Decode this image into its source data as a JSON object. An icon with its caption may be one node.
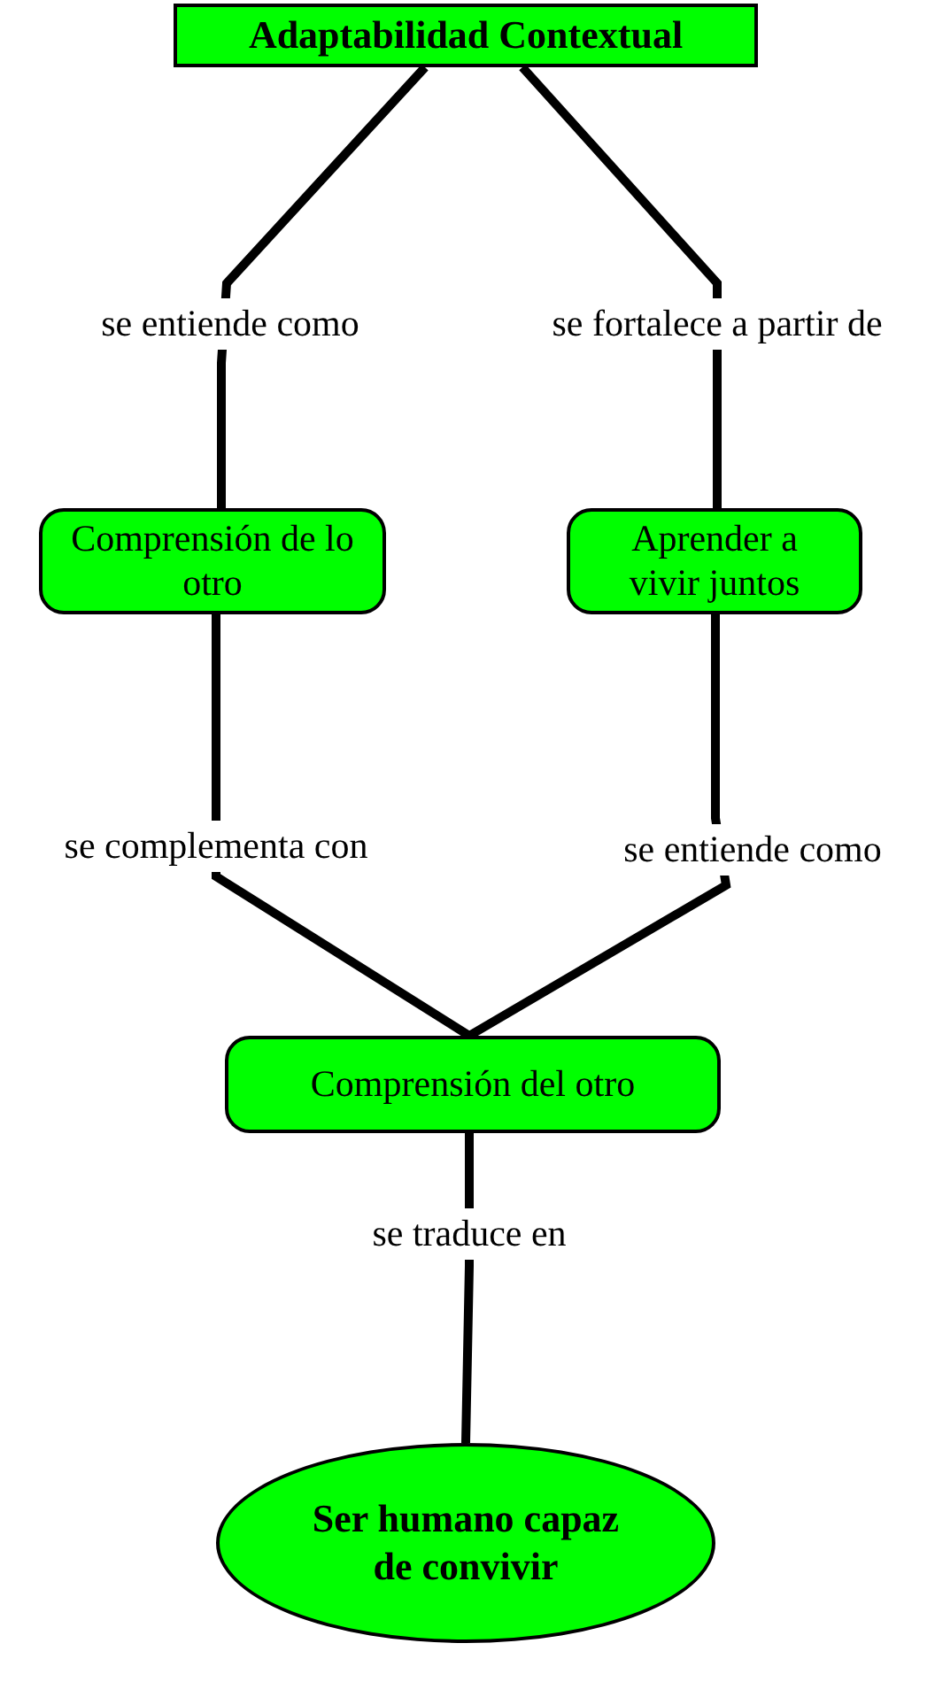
{
  "diagram": {
    "nodes": [
      {
        "text": [
          "Adaptabilidad Contextual"
        ]
      },
      {
        "text": [
          "Comprensión de lo otro"
        ]
      },
      {
        "text": [
          "Aprender a vivir juntos"
        ]
      },
      {
        "text": [
          "Comprensión del otro"
        ]
      },
      {
        "text": [
          "Ser humano capaz de convivir"
        ]
      }
    ],
    "edges": [
      {
        "from": 0,
        "to": 1,
        "arrow": "none",
        "label": "se entiende como"
      },
      {
        "from": 0,
        "to": 2,
        "arrow": "none",
        "label": "se fortalece a partir de"
      },
      {
        "from": 1,
        "to": 3,
        "arrow": "none",
        "label": "se complementa con"
      },
      {
        "from": 2,
        "to": 3,
        "arrow": "none",
        "label": "se entiende como"
      },
      {
        "from": 3,
        "to": 4,
        "arrow": "none",
        "label": "se traduce en"
      }
    ]
  }
}
